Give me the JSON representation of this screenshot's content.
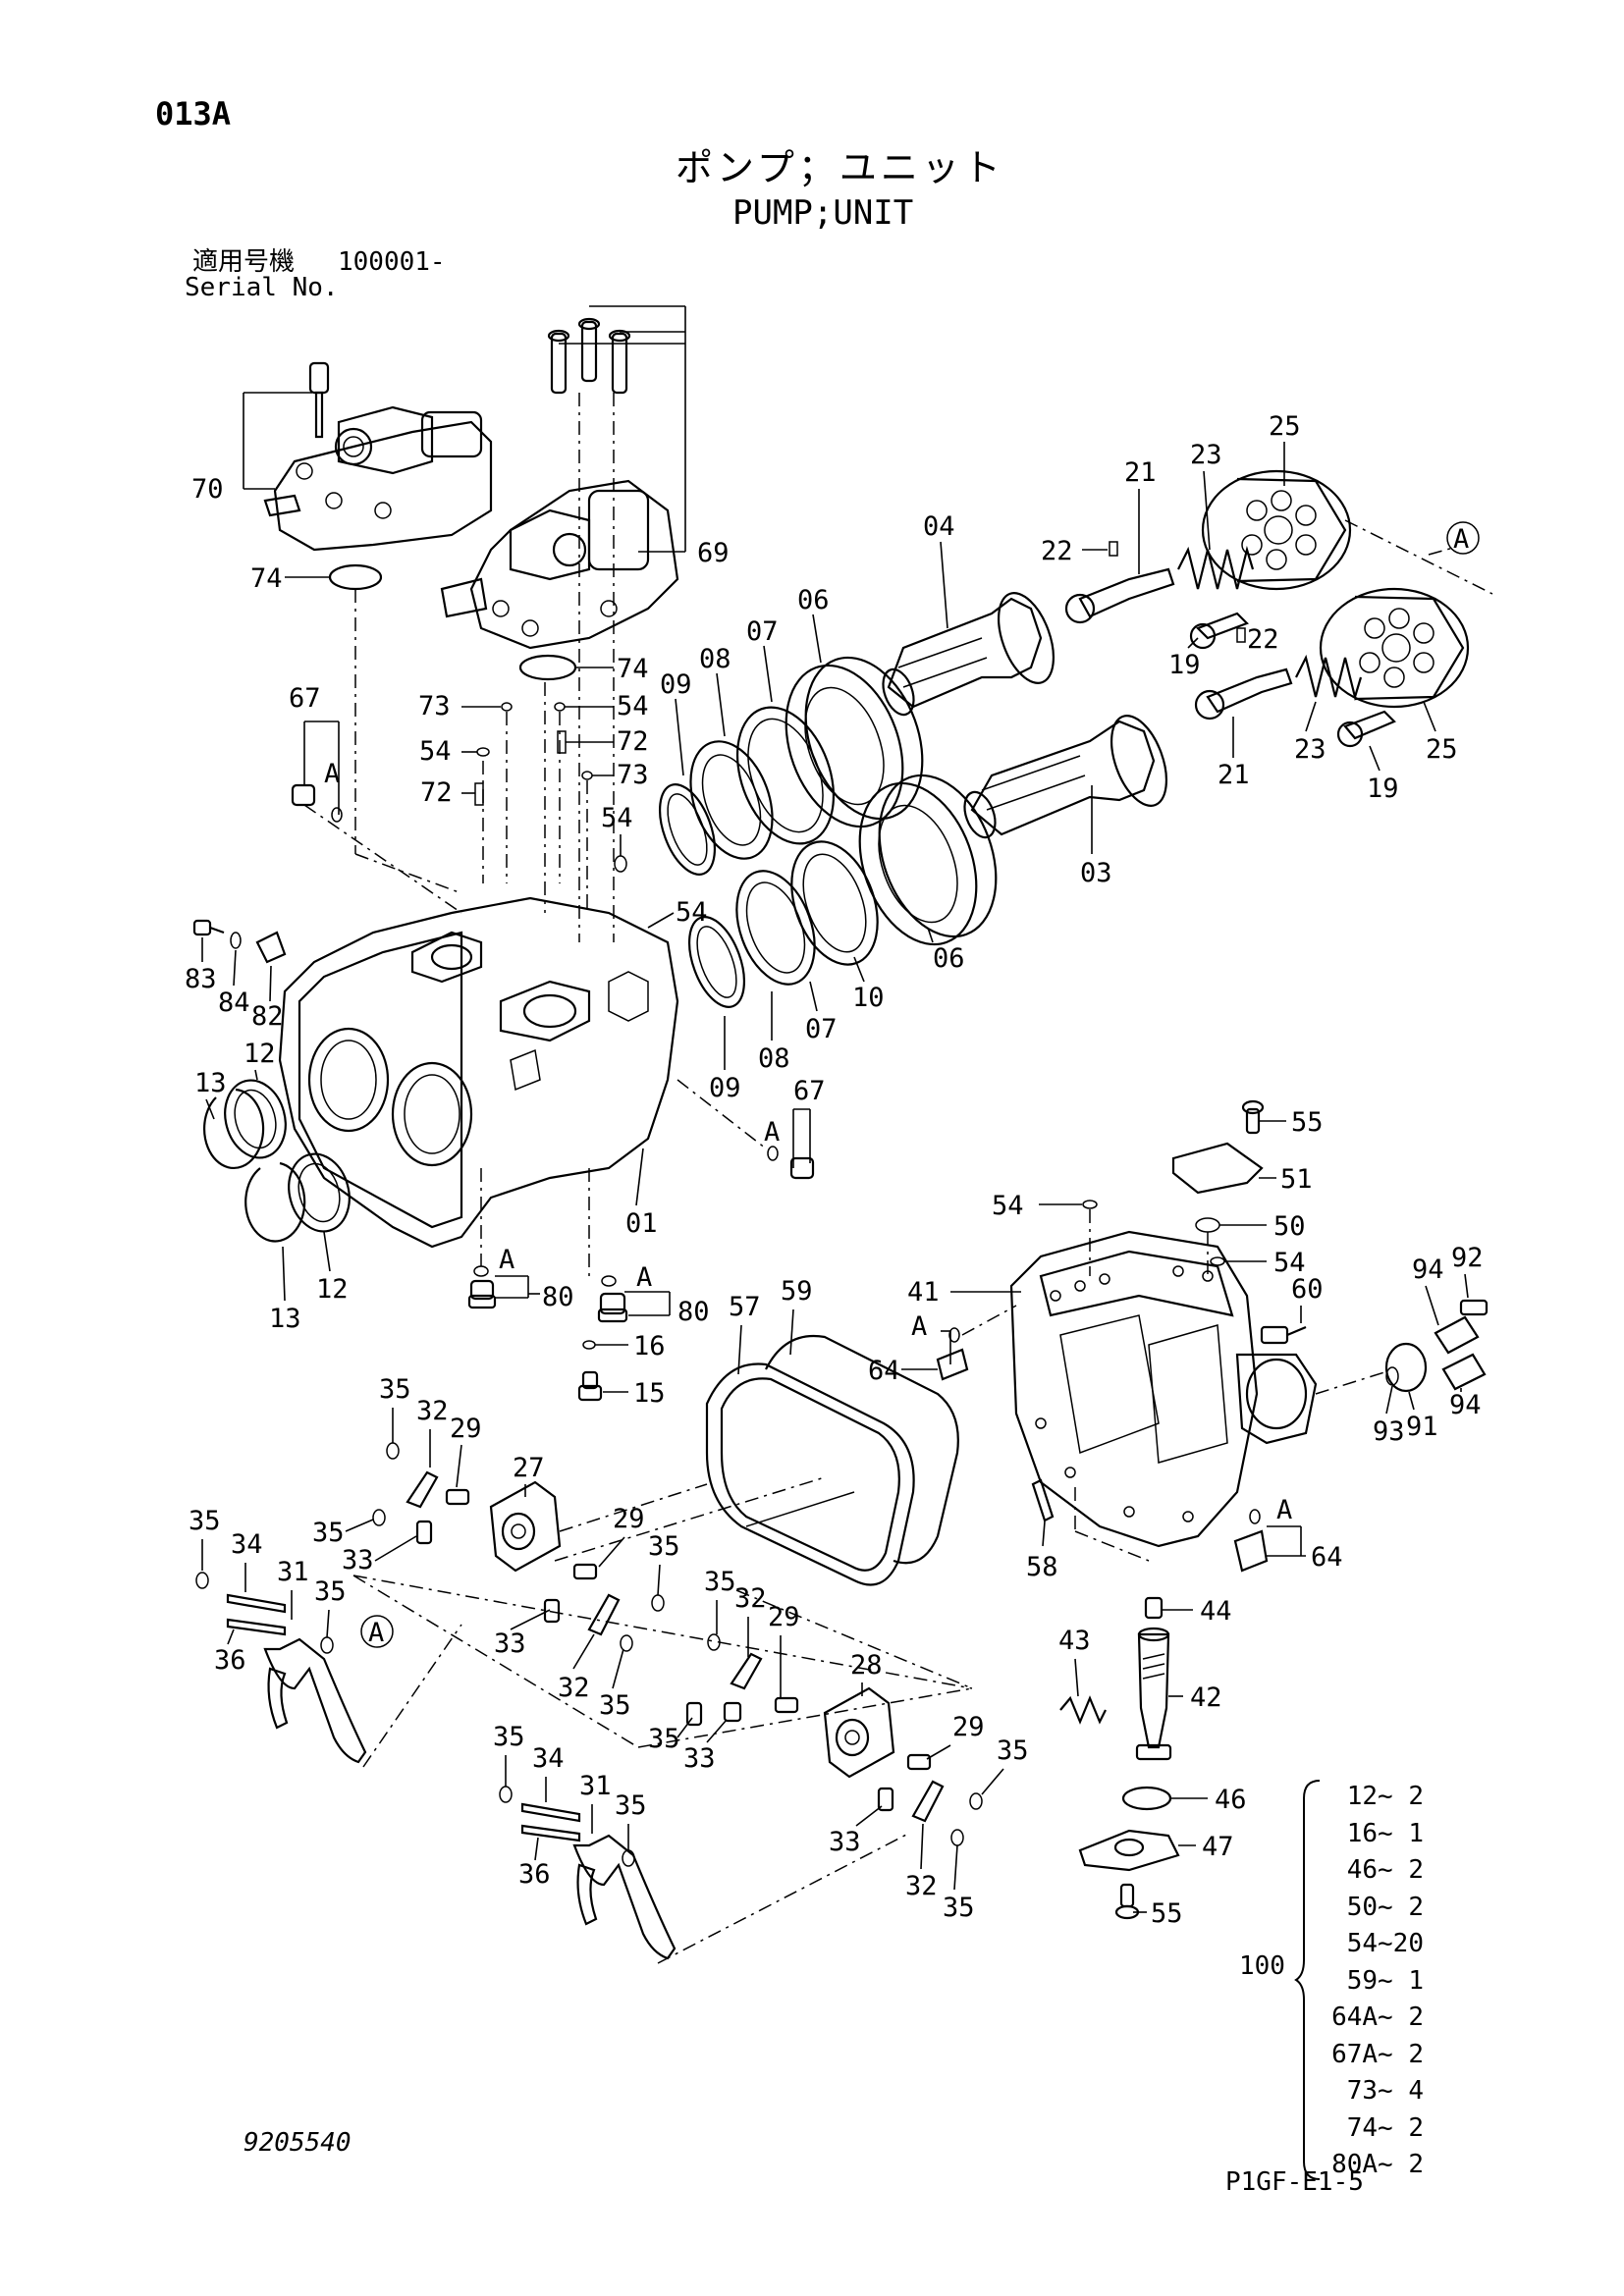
{
  "header": {
    "page_code": "013A",
    "title_jp": "ポンプ；ユニット",
    "title_en": "PUMP;UNIT",
    "serial_label_jp": "適用号機",
    "serial_value": "100001-",
    "serial_label_en": "Serial No."
  },
  "footer": {
    "drawing_number": "9205540",
    "page_reference": "P1GF-E1-5"
  },
  "callouts": {
    "c70": "70",
    "c74a": "74",
    "c74b": "74",
    "c69": "69",
    "c67a": "67",
    "cAa": "A",
    "c73a": "73",
    "c54a": "54",
    "c54b": "54",
    "c72a": "72",
    "c72b": "72",
    "c73b": "73",
    "c54c": "54",
    "c54d": "54",
    "c09a": "09",
    "c08a": "08",
    "c07a": "07",
    "c06a": "06",
    "c04": "04",
    "c21a": "21",
    "c22a": "22",
    "c23a": "23",
    "c25a": "25",
    "cAcircle1": "A",
    "c19a": "19",
    "c22b": "22",
    "c19b": "19",
    "c21b": "21",
    "c23b": "23",
    "c25b": "25",
    "c03": "03",
    "c06b": "06",
    "c10": "10",
    "c07b": "07",
    "c08b": "08",
    "c09b": "09",
    "c83": "83",
    "c84": "84",
    "c82": "82",
    "c12a": "12",
    "c13a": "13",
    "c12b": "12",
    "c13b": "13",
    "c01": "01",
    "c67b": "67",
    "cAb": "A",
    "cAc": "A",
    "c80a": "80",
    "cAd": "A",
    "c80b": "80",
    "c16": "16",
    "c15": "15",
    "c57": "57",
    "c59": "59",
    "c55a": "55",
    "c51": "51",
    "c54e": "54",
    "c50": "50",
    "c54f": "54",
    "c41": "41",
    "cAe": "A",
    "c64a": "64",
    "c60": "60",
    "c94a": "94",
    "c92": "92",
    "c93": "93",
    "c91": "91",
    "c94b": "94",
    "c58": "58",
    "cAf": "A",
    "c64b": "64",
    "c44": "44",
    "c43": "43",
    "c42": "42",
    "c46": "46",
    "c47": "47",
    "c55b": "55",
    "c35a": "35",
    "c32a": "32",
    "c29a": "29",
    "c27": "27",
    "c35b": "35",
    "c33a": "33",
    "c35c": "35",
    "c34a": "34",
    "c31a": "31",
    "c35d": "35",
    "c36a": "36",
    "cAcircle2": "A",
    "c29b": "29",
    "c35e": "35",
    "c33b": "33",
    "c32b": "32",
    "c35f": "35",
    "c35g": "35",
    "c32c": "32",
    "c29c": "29",
    "c28": "28",
    "c35h": "35",
    "c33c": "33",
    "c29d": "29",
    "c35i": "35",
    "c33d": "33",
    "c32d": "32",
    "c35j": "35",
    "c35k": "35",
    "c34b": "34",
    "c31b": "31",
    "c35l": "35",
    "c36b": "36"
  },
  "kit": {
    "number": "100",
    "items": [
      "12~ 2",
      "16~ 1",
      "46~ 2",
      "50~ 2",
      "54~20",
      "59~ 1",
      "64A~ 2",
      "67A~ 2",
      "73~ 4",
      "74~ 2",
      "80A~ 2"
    ]
  }
}
